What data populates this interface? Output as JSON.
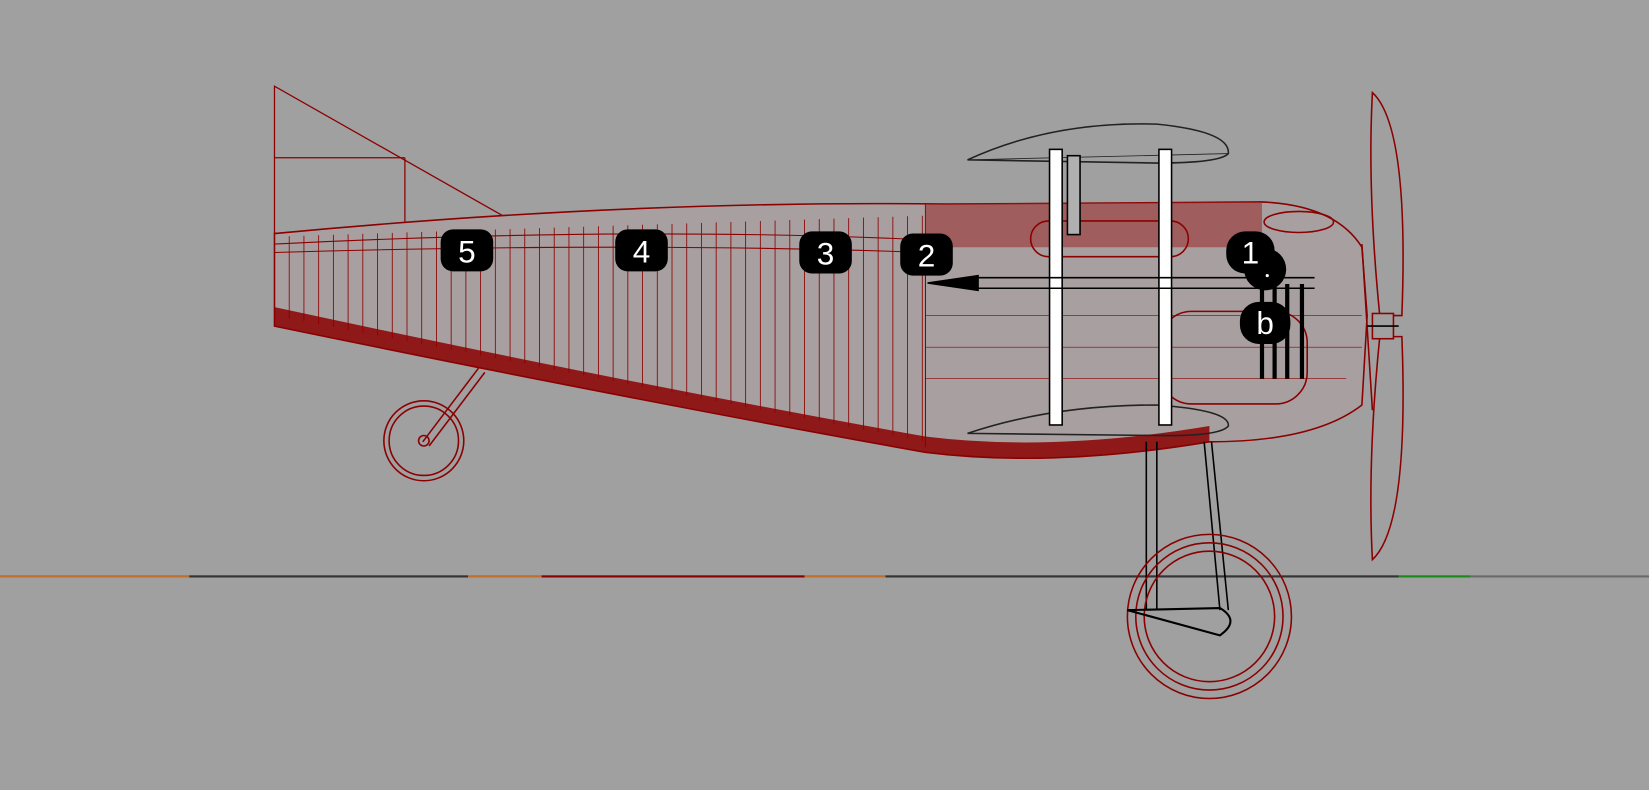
{
  "callouts": [
    {
      "id": "5",
      "text": "5"
    },
    {
      "id": "4",
      "text": "4"
    },
    {
      "id": "3",
      "text": "3"
    },
    {
      "id": "2",
      "text": "2"
    },
    {
      "id": "1",
      "text": "1"
    },
    {
      "id": "b",
      "text": "b"
    }
  ],
  "colors": {
    "background": "#a0a0a0",
    "wire": "#8b0000",
    "black": "#000000",
    "axis_x": "#8b0000",
    "axis_y": "#1a8a1a"
  }
}
